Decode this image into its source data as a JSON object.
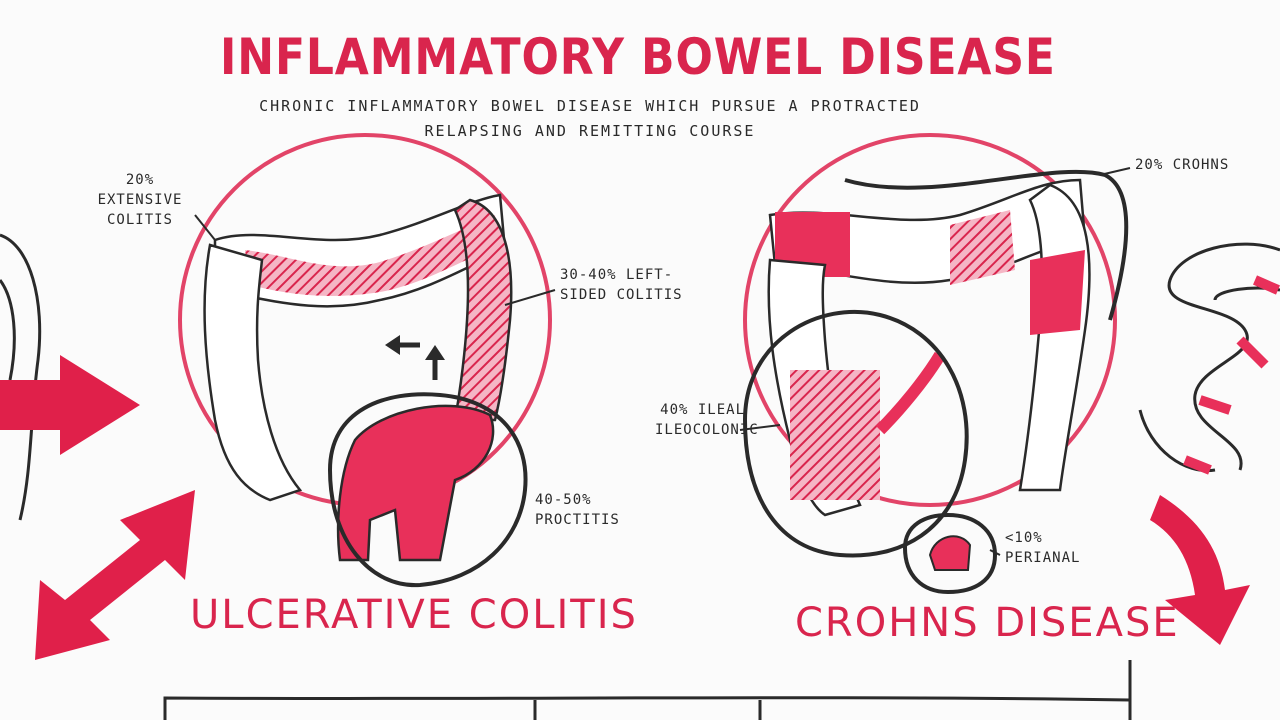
{
  "title": "INFLAMMATORY BOWEL DISEASE",
  "subtitle": "CHRONIC INFLAMMATORY BOWEL DISEASE WHICH PURSUE A PROTRACTED RELAPSING AND REMITTING COURSE",
  "ulcerative_colitis": {
    "heading": "ULCERATIVE COLITIS",
    "labels": {
      "extensive": "20% EXTENSIVE COLITIS",
      "left_sided": "30-40% LEFT-SIDED COLITIS",
      "proctitis": "40-50% PROCTITIS"
    }
  },
  "crohns": {
    "heading": "CROHNS DISEASE",
    "labels": {
      "colonic": "20% CROHNS",
      "ileal": "40% ILEAL ILEOCOLONIC",
      "perianal": "<10% PERIANAL"
    }
  },
  "colors": {
    "accent": "#d9254d",
    "ink": "#2a2a2a",
    "circle": "#e24468"
  }
}
